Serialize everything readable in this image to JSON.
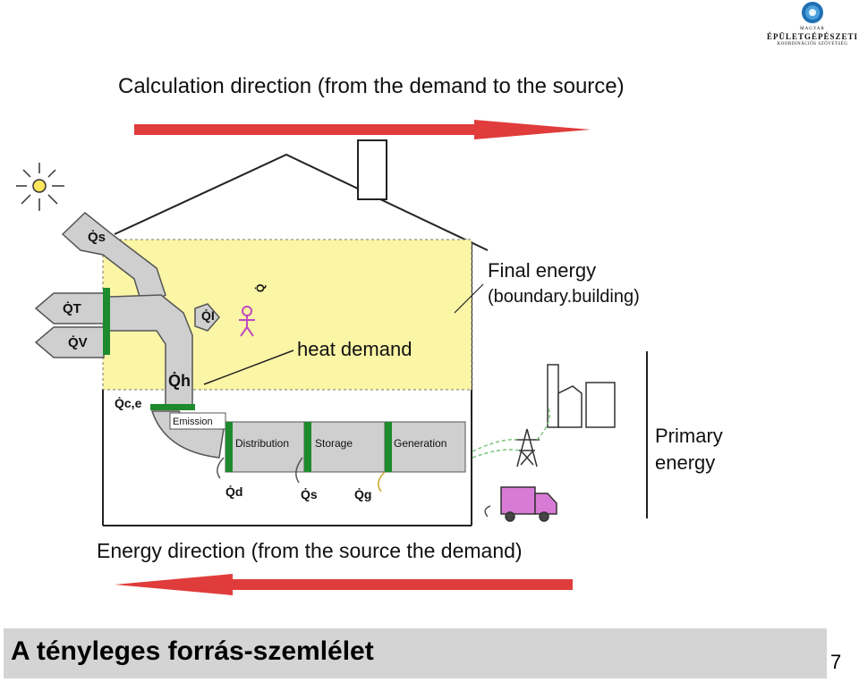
{
  "logo": {
    "line1": "MAGYAR",
    "line2": "ÉPÜLETGÉPÉSZETI",
    "line3": "KOORDINÁCIÓS SZÖVETSÉG"
  },
  "diagram": {
    "calc_direction": "Calculation direction (from the demand to the source)",
    "energy_direction": "Energy direction (from the source the demand)",
    "final_energy": "Final energy",
    "final_energy_sub": "(boundary.building)",
    "heat_demand": "heat demand",
    "primary_energy_line1": "Primary",
    "primary_energy_line2": "energy",
    "box_emission": "Emission",
    "box_distribution": "Distribution",
    "box_storage": "Storage",
    "box_generation": "Generation",
    "q_s": "Q̇s",
    "q_t": "Q̇T",
    "q_v": "Q̇V",
    "q_i": "Q̇I",
    "q_h": "Q̇h",
    "q_ce": "Q̇c,e",
    "q_d": "Q̇d",
    "q_s2": "Q̇s",
    "q_g": "Q̇g",
    "q_person": "Q̇",
    "colors": {
      "arrow": "#e03c3c",
      "zone": "#fbf5a6",
      "separator": "#1e8a2e",
      "duct": "#cfcfcf",
      "truck": "#d77bd6"
    }
  },
  "footer": {
    "title": "A tényleges forrás-szemlélet",
    "page": "7"
  }
}
